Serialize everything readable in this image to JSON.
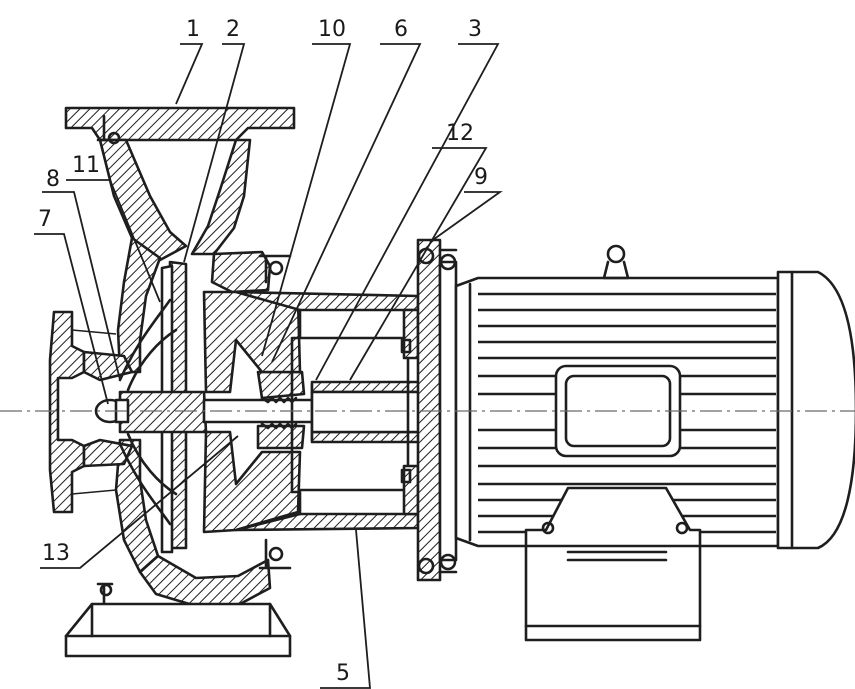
{
  "callouts": [
    {
      "id": "c1",
      "label": "1"
    },
    {
      "id": "c2",
      "label": "2"
    },
    {
      "id": "c10",
      "label": "10"
    },
    {
      "id": "c6",
      "label": "6"
    },
    {
      "id": "c3",
      "label": "3"
    },
    {
      "id": "c12",
      "label": "12"
    },
    {
      "id": "c9",
      "label": "9"
    },
    {
      "id": "c11",
      "label": "11"
    },
    {
      "id": "c8",
      "label": "8"
    },
    {
      "id": "c7",
      "label": "7"
    },
    {
      "id": "c13",
      "label": "13"
    },
    {
      "id": "c5",
      "label": "5"
    }
  ],
  "colors": {
    "ink": "#1e1e1e",
    "paper": "#ffffff",
    "centerline": "#6a6a6a"
  }
}
